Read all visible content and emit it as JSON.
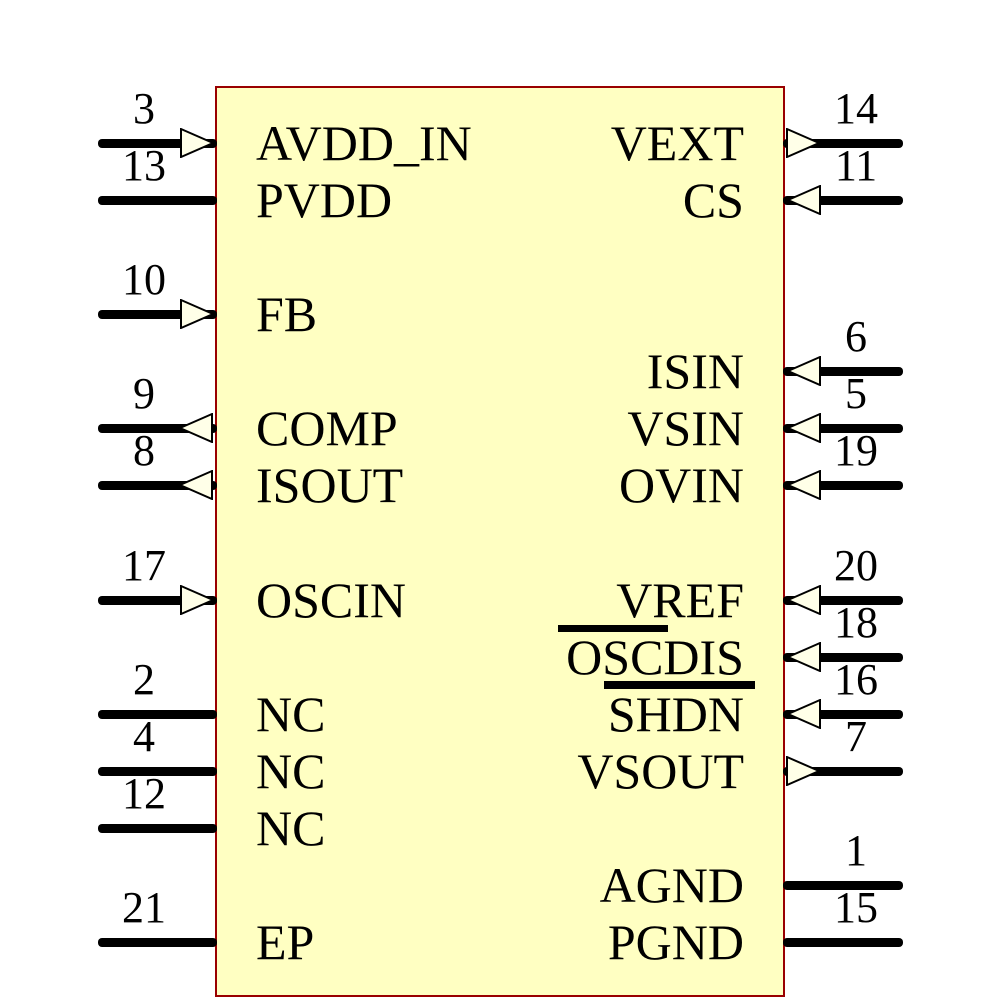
{
  "diagram": {
    "kind": "ic-schematic-symbol",
    "colors": {
      "background": "#FFFFFF",
      "body_fill": "#FFFFC2",
      "body_border": "#990000",
      "pin_line": "#000000",
      "arrow_fill": "#FFFFE8",
      "arrow_outline": "#000000",
      "text": "#000000"
    }
  },
  "pins": {
    "left": [
      {
        "number": "3",
        "label": "AVDD_IN",
        "row": 0,
        "arrow": "in",
        "overline": false
      },
      {
        "number": "13",
        "label": "PVDD",
        "row": 1,
        "arrow": "none",
        "overline": false
      },
      {
        "number": "10",
        "label": "FB",
        "row": 3,
        "arrow": "in",
        "overline": false
      },
      {
        "number": "9",
        "label": "COMP",
        "row": 5,
        "arrow": "out",
        "overline": false
      },
      {
        "number": "8",
        "label": "ISOUT",
        "row": 6,
        "arrow": "out",
        "overline": false
      },
      {
        "number": "17",
        "label": "OSCIN",
        "row": 8,
        "arrow": "in",
        "overline": false
      },
      {
        "number": "2",
        "label": "NC",
        "row": 10,
        "arrow": "none",
        "overline": false
      },
      {
        "number": "4",
        "label": "NC",
        "row": 11,
        "arrow": "none",
        "overline": false
      },
      {
        "number": "12",
        "label": "NC",
        "row": 12,
        "arrow": "none",
        "overline": false
      },
      {
        "number": "21",
        "label": "EP",
        "row": 14,
        "arrow": "none",
        "overline": false
      }
    ],
    "right": [
      {
        "number": "14",
        "label": "VEXT",
        "row": 0,
        "arrow": "out",
        "overline": false
      },
      {
        "number": "11",
        "label": "CS",
        "row": 1,
        "arrow": "in",
        "overline": false
      },
      {
        "number": "6",
        "label": "ISIN",
        "row": 4,
        "arrow": "in",
        "overline": false
      },
      {
        "number": "5",
        "label": "VSIN",
        "row": 5,
        "arrow": "in",
        "overline": false
      },
      {
        "number": "19",
        "label": "OVIN",
        "row": 6,
        "arrow": "in",
        "overline": false
      },
      {
        "number": "20",
        "label": "VREF",
        "row": 8,
        "arrow": "in",
        "overline": false
      },
      {
        "number": "18",
        "label": "OSCDIS",
        "row": 9,
        "arrow": "in",
        "overline": true
      },
      {
        "number": "16",
        "label": "SHDN",
        "row": 10,
        "arrow": "in",
        "overline": true
      },
      {
        "number": "7",
        "label": "VSOUT",
        "row": 11,
        "arrow": "out",
        "overline": false
      },
      {
        "number": "1",
        "label": "AGND",
        "row": 13,
        "arrow": "none",
        "overline": false
      },
      {
        "number": "15",
        "label": "PGND",
        "row": 14,
        "arrow": "none",
        "overline": false
      }
    ]
  }
}
